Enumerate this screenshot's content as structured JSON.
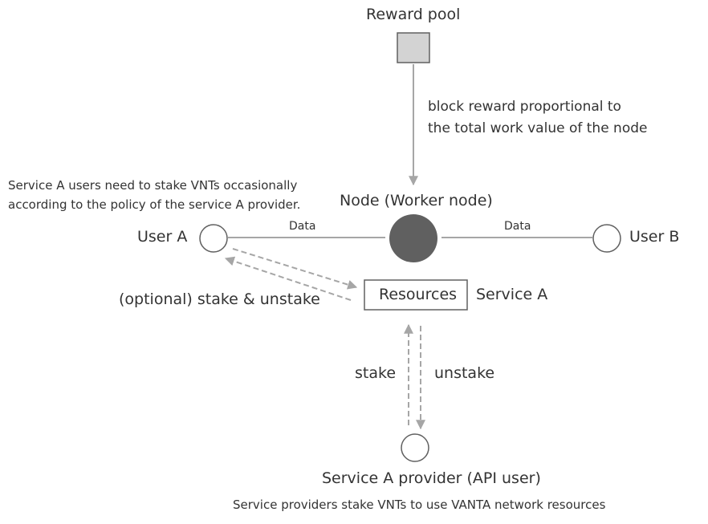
{
  "diagram": {
    "reward_pool": {
      "label": "Reward pool",
      "reward_note_line1": "block reward proportional to",
      "reward_note_line2": "the total work value of the node"
    },
    "user_note": {
      "line1": "Service A users need to stake VNTs occasionally",
      "line2": "according to the policy of the service A provider."
    },
    "node": {
      "label": "Node (Worker node)"
    },
    "user_a": {
      "label": "User A",
      "data_label": "Data"
    },
    "user_b": {
      "label": "User B",
      "data_label": "Data"
    },
    "optional_stake_label": "(optional) stake & unstake",
    "resources": {
      "box_label": "Resources",
      "service_label": "Service A"
    },
    "stake_label": "stake",
    "unstake_label": "unstake",
    "provider": {
      "label": "Service A provider (API user)",
      "note": "Service providers stake VNTs to use VANTA network resources"
    },
    "colors": {
      "line": "#a6a6a6",
      "reward_pool_fill": "#d3d3d3",
      "node_fill": "#606060",
      "text": "#333333"
    }
  }
}
